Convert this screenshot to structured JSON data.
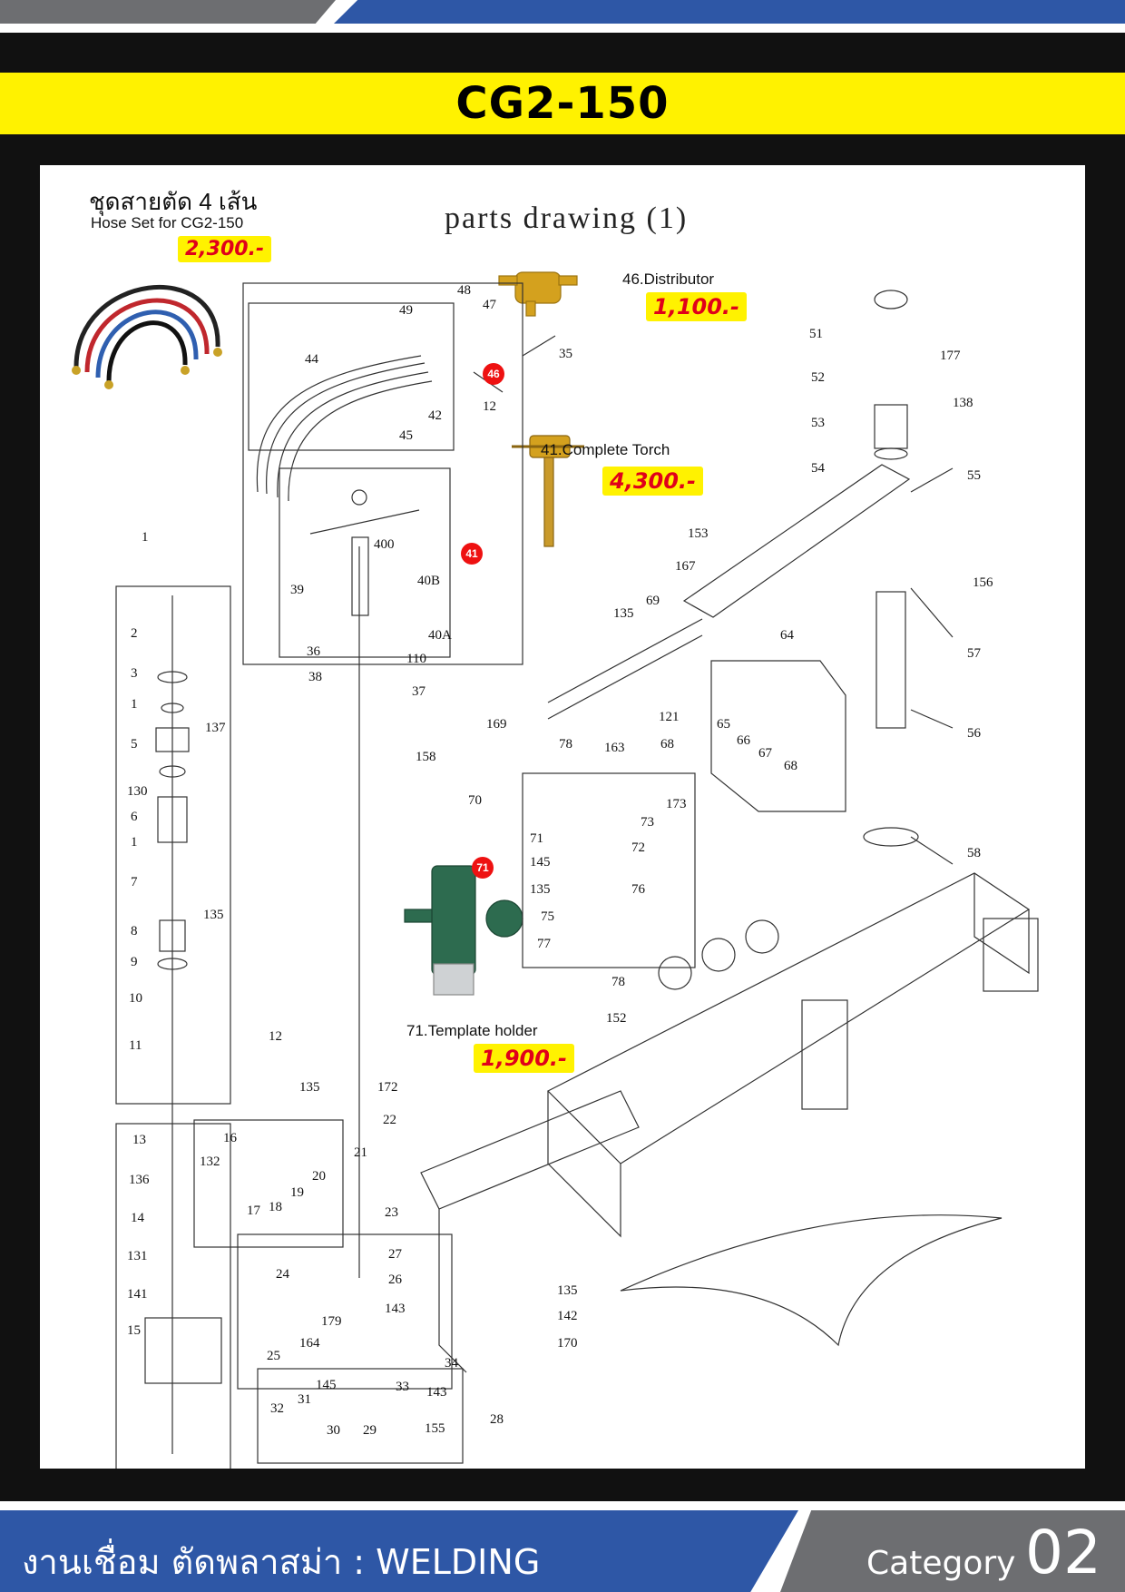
{
  "header": {
    "title": "CG2-150"
  },
  "drawing": {
    "title": "parts drawing (1)"
  },
  "hose_set": {
    "thai_label": "ชุดสายตัด 4 เส้น",
    "english_label": "Hose Set for CG2-150",
    "price": "2,300.-"
  },
  "callouts": [
    {
      "part": "46",
      "label": "46.Distributor",
      "price": "1,100.-"
    },
    {
      "part": "41",
      "label": "41.Complete Torch",
      "price": "4,300.-"
    },
    {
      "part": "71",
      "label": "71.Template holder",
      "price": "1,900.-"
    }
  ],
  "red_markers": [
    "46",
    "41",
    "71"
  ],
  "part_numbers": [
    "1",
    "2",
    "3",
    "1",
    "5",
    "130",
    "6",
    "1",
    "7",
    "8",
    "135",
    "9",
    "10",
    "11",
    "137",
    "12",
    "13",
    "136",
    "14",
    "131",
    "141",
    "15",
    "16",
    "132",
    "17",
    "18",
    "19",
    "20",
    "21",
    "22",
    "172",
    "135",
    "23",
    "24",
    "25",
    "26",
    "27",
    "143",
    "179",
    "164",
    "28",
    "29",
    "30",
    "31",
    "32",
    "33",
    "143",
    "145",
    "155",
    "34",
    "135",
    "142",
    "170",
    "35",
    "36",
    "37",
    "38",
    "39",
    "40A",
    "40B",
    "400",
    "110",
    "44",
    "45",
    "42",
    "12",
    "49",
    "48",
    "47",
    "51",
    "52",
    "53",
    "54",
    "55",
    "56",
    "57",
    "58",
    "138",
    "177",
    "156",
    "153",
    "167",
    "135",
    "69",
    "121",
    "64",
    "65",
    "66",
    "67",
    "68",
    "169",
    "158",
    "70",
    "78",
    "163",
    "68",
    "173",
    "73",
    "72",
    "71",
    "145",
    "135",
    "76",
    "75",
    "77",
    "78",
    "152"
  ],
  "footer": {
    "text": "งานเชื่อม ตัดพลาสม่า : WELDING",
    "category_word": "Category",
    "category_number": "02"
  }
}
